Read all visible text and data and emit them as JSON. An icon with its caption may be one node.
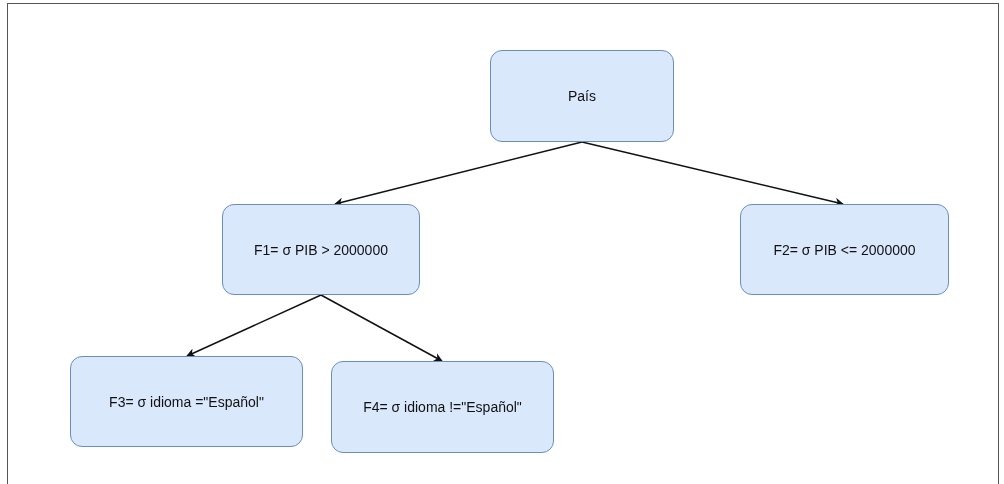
{
  "diagram": {
    "nodes": [
      {
        "text": [
          "País"
        ]
      },
      {
        "text": [
          "F1= σ PIB > 2000000"
        ]
      },
      {
        "text": [
          "F2= σ PIB <= 2000000"
        ]
      },
      {
        "text": [
          "F3= σ idioma =\"Español\""
        ]
      },
      {
        "text": [
          "F4= σ idioma !=\"Español\""
        ]
      }
    ],
    "edges": [
      {
        "from": 0,
        "to": 1,
        "arrow": "to"
      },
      {
        "from": 0,
        "to": 2,
        "arrow": "to"
      },
      {
        "from": 1,
        "to": 3,
        "arrow": "to"
      },
      {
        "from": 1,
        "to": 4,
        "arrow": "to"
      }
    ]
  }
}
